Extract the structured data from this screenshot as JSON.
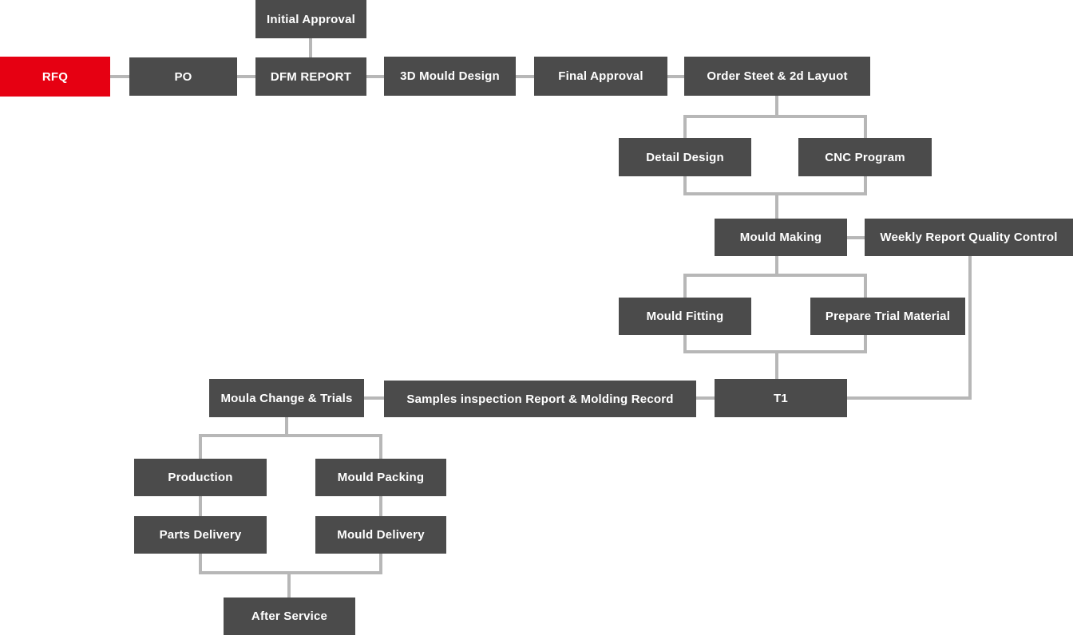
{
  "colors": {
    "accent_red": "#e60012",
    "node_background": "#4b4b4b",
    "node_text": "#ffffff",
    "connector": "#b7b7b7",
    "page_background": "#ffffff"
  },
  "nodes": {
    "initial_approval": {
      "label": "Initial Approval"
    },
    "rfq": {
      "label": "RFQ"
    },
    "po": {
      "label": "PO"
    },
    "dfm_report": {
      "label": "DFM REPORT"
    },
    "mould_design_3d": {
      "label": "3D Mould Design"
    },
    "final_approval": {
      "label": "Final Approval"
    },
    "order_steel_2d_layout": {
      "label": "Order Steet & 2d Layuot"
    },
    "detail_design": {
      "label": "Detail Design"
    },
    "cnc_program": {
      "label": "CNC Program"
    },
    "mould_making": {
      "label": "Mould Making"
    },
    "weekly_report_quality_control": {
      "label": "Weekly Report Quality Control"
    },
    "mould_fitting": {
      "label": "Mould Fitting"
    },
    "prepare_trial_material": {
      "label": "Prepare Trial Material"
    },
    "mould_change_trials": {
      "label": "Moula Change & Trials"
    },
    "samples_inspection": {
      "label": "Samples inspection Report & Molding Record"
    },
    "t1": {
      "label": "T1"
    },
    "production": {
      "label": "Production"
    },
    "mould_packing": {
      "label": "Mould Packing"
    },
    "parts_delivery": {
      "label": "Parts Delivery"
    },
    "mould_delivery": {
      "label": "Mould Delivery"
    },
    "after_service": {
      "label": "After Service"
    }
  },
  "edges": [
    {
      "from": "RFQ",
      "to": "PO"
    },
    {
      "from": "PO",
      "to": "DFM REPORT"
    },
    {
      "from": "Initial Approval",
      "to": "DFM REPORT"
    },
    {
      "from": "DFM REPORT",
      "to": "3D Mould Design"
    },
    {
      "from": "3D Mould Design",
      "to": "Final Approval"
    },
    {
      "from": "Final Approval",
      "to": "Order Steet & 2d Layuot"
    },
    {
      "from": "Order Steet & 2d Layuot",
      "to": "Detail Design"
    },
    {
      "from": "Order Steet & 2d Layuot",
      "to": "CNC Program"
    },
    {
      "from": "Detail Design",
      "to": "Mould Making"
    },
    {
      "from": "CNC Program",
      "to": "Mould Making"
    },
    {
      "from": "Mould Making",
      "to": "Weekly Report Quality Control"
    },
    {
      "from": "Mould Making",
      "to": "Mould Fitting"
    },
    {
      "from": "Mould Making",
      "to": "Prepare Trial Material"
    },
    {
      "from": "Mould Fitting",
      "to": "T1"
    },
    {
      "from": "Prepare Trial Material",
      "to": "T1"
    },
    {
      "from": "Weekly Report Quality Control",
      "to": "T1"
    },
    {
      "from": "T1",
      "to": "Samples inspection Report & Molding Record"
    },
    {
      "from": "Samples inspection Report & Molding Record",
      "to": "Moula Change & Trials"
    },
    {
      "from": "Moula Change & Trials",
      "to": "Production"
    },
    {
      "from": "Moula Change & Trials",
      "to": "Mould Packing"
    },
    {
      "from": "Production",
      "to": "Parts Delivery"
    },
    {
      "from": "Mould Packing",
      "to": "Mould Delivery"
    },
    {
      "from": "Parts Delivery",
      "to": "After Service"
    },
    {
      "from": "Mould Delivery",
      "to": "After Service"
    }
  ]
}
